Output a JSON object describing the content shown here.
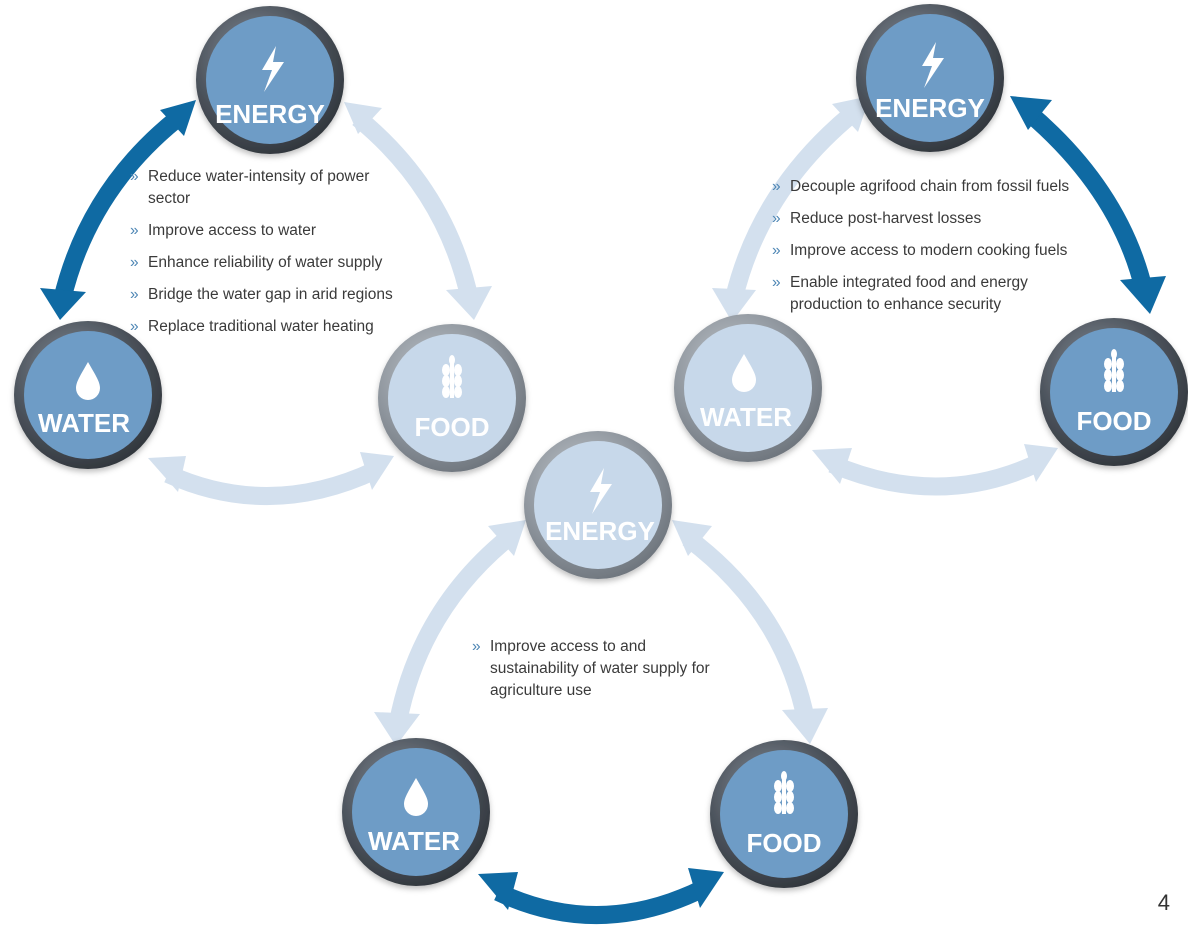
{
  "colors": {
    "active_node": "#6e9cc6",
    "inactive_node": "#c7d8ea",
    "active_arrow": "#0f6aa3",
    "inactive_arrow": "#d3e0ee",
    "ring": "#555c66",
    "bullet_text": "#3a3a3a"
  },
  "icons": {
    "energy": "lightning-bolt-icon",
    "water": "water-drop-icon",
    "food": "wheat-icon"
  },
  "diagrams": [
    {
      "id": "energy-water",
      "nodes": {
        "energy": "ENERGY",
        "water": "WATER",
        "food": "FOOD"
      },
      "active_nodes": [
        "energy",
        "water"
      ],
      "active_link": "energy-water",
      "bullets": [
        "Reduce water-intensity of power sector",
        "Improve access to water",
        "Enhance reliability of water supply",
        "Bridge the water gap in arid regions",
        "Replace traditional water heating"
      ]
    },
    {
      "id": "energy-food",
      "nodes": {
        "energy": "ENERGY",
        "water": "WATER",
        "food": "FOOD"
      },
      "active_nodes": [
        "energy",
        "food"
      ],
      "active_link": "energy-food",
      "bullets": [
        "Decouple agrifood chain from fossil fuels",
        "Reduce post-harvest losses",
        "Improve access to modern cooking fuels",
        "Enable integrated food and energy production to enhance security"
      ]
    },
    {
      "id": "water-food",
      "nodes": {
        "energy": "ENERGY",
        "water": "WATER",
        "food": "FOOD"
      },
      "active_nodes": [
        "water",
        "food"
      ],
      "active_link": "water-food",
      "bullets": [
        "Improve access to and sustainability of water supply for agriculture use"
      ]
    }
  ],
  "page_number": "4"
}
